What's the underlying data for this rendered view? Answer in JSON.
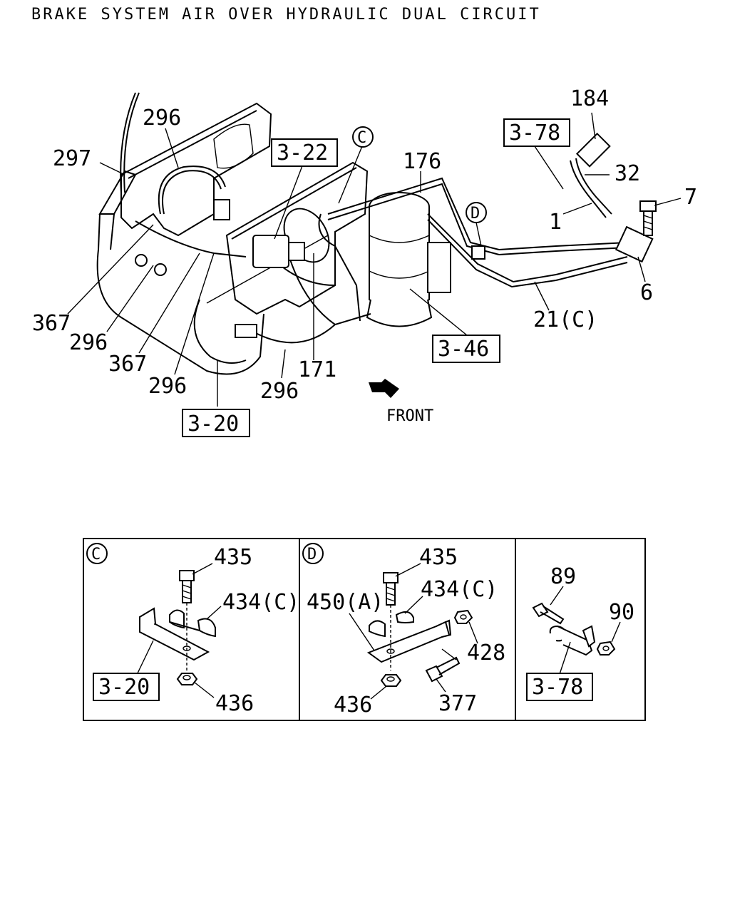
{
  "title": "BRAKE SYSTEM AIR OVER HYDRAULIC DUAL CIRCUIT",
  "front_label": "FRONT",
  "main_callouts": {
    "c297": "297",
    "c296_top": "296",
    "c322": "3-22",
    "circle_c": "C",
    "c176": "176",
    "c378": "3-78",
    "c184": "184",
    "c32": "32",
    "c7": "7",
    "circle_d": "D",
    "c1": "1",
    "c6": "6",
    "c21c": "21(C)",
    "c346": "3-46",
    "c367_a": "367",
    "c296_a": "296",
    "c367_b": "367",
    "c296_b": "296",
    "c296_c": "296",
    "c171": "171",
    "c320": "3-20"
  },
  "detail_c": {
    "marker": "C",
    "bolt": "435",
    "clamp": "434(C)",
    "ref": "3-20",
    "nut": "436"
  },
  "detail_d": {
    "marker": "D",
    "bolt": "435",
    "clamp": "434(C)",
    "bracket": "450(A)",
    "washer": "428",
    "nut": "436",
    "bolt2": "377"
  },
  "detail_e": {
    "bolt": "89",
    "nut": "90",
    "ref": "3-78"
  }
}
